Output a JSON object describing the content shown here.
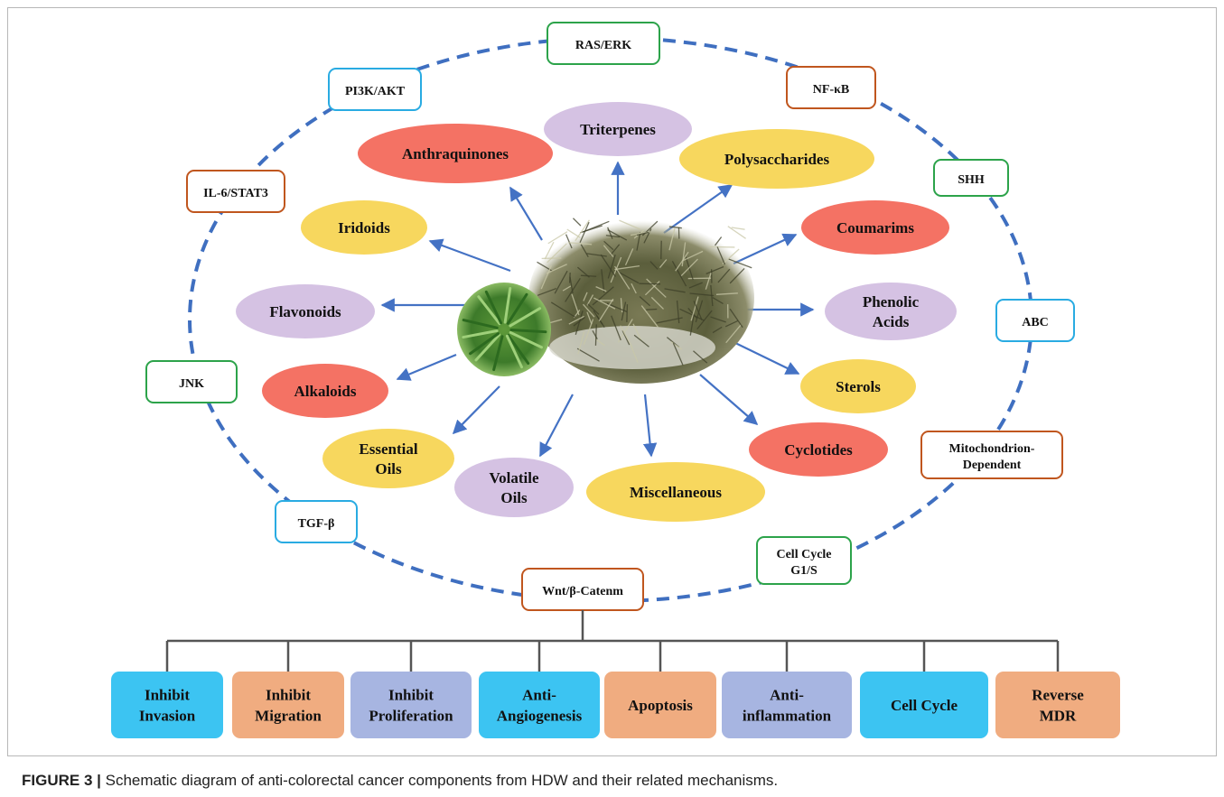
{
  "caption": {
    "label": "FIGURE 3 |",
    "text": "Schematic diagram of anti-colorectal cancer components from HDW and their related mechanisms."
  },
  "components": [
    {
      "lines": [
        "Triterpenes"
      ],
      "color": "#d5c2e3"
    },
    {
      "lines": [
        "Anthraquinones"
      ],
      "color": "#f47264"
    },
    {
      "lines": [
        "Polysaccharides"
      ],
      "color": "#f7d75e"
    },
    {
      "lines": [
        "Iridoids"
      ],
      "color": "#f7d75e"
    },
    {
      "lines": [
        "Coumarims"
      ],
      "color": "#f47264"
    },
    {
      "lines": [
        "Flavonoids"
      ],
      "color": "#d5c2e3"
    },
    {
      "lines": [
        "Phenolic",
        "Acids"
      ],
      "color": "#d5c2e3"
    },
    {
      "lines": [
        "Alkaloids"
      ],
      "color": "#f47264"
    },
    {
      "lines": [
        "Sterols"
      ],
      "color": "#f7d75e"
    },
    {
      "lines": [
        "Essential",
        "Oils"
      ],
      "color": "#f7d75e"
    },
    {
      "lines": [
        "Volatile",
        "Oils"
      ],
      "color": "#d5c2e3"
    },
    {
      "lines": [
        "Miscellaneous"
      ],
      "color": "#f7d75e"
    },
    {
      "lines": [
        "Cyclotides"
      ],
      "color": "#f47264"
    }
  ],
  "pathways": [
    {
      "lines": [
        "RAS/ERK"
      ],
      "color": "#2ca34a"
    },
    {
      "lines": [
        "PI3K/AKT"
      ],
      "color": "#29abe2"
    },
    {
      "lines": [
        "NF-κB"
      ],
      "color": "#c0561e"
    },
    {
      "lines": [
        "IL-6/STAT3"
      ],
      "color": "#c0561e"
    },
    {
      "lines": [
        "SHH"
      ],
      "color": "#2ca34a"
    },
    {
      "lines": [
        "ABC"
      ],
      "color": "#29abe2"
    },
    {
      "lines": [
        "JNK"
      ],
      "color": "#2ca34a"
    },
    {
      "lines": [
        "Mitochondrion-",
        "Dependent"
      ],
      "color": "#c0561e"
    },
    {
      "lines": [
        "TGF-β"
      ],
      "color": "#29abe2"
    },
    {
      "lines": [
        "Cell Cycle",
        "G1/S"
      ],
      "color": "#2ca34a"
    },
    {
      "lines": [
        "Wnt/β-Catenm"
      ],
      "color": "#c0561e"
    }
  ],
  "outcomes": [
    {
      "lines": [
        "Inhibit",
        "Invasion"
      ],
      "color": "#3cc4f2"
    },
    {
      "lines": [
        "Inhibit",
        "Migration"
      ],
      "color": "#f0ac80"
    },
    {
      "lines": [
        "Inhibit",
        "Proliferation"
      ],
      "color": "#a7b5e1"
    },
    {
      "lines": [
        "Anti-",
        "Angiogenesis"
      ],
      "color": "#3cc4f2"
    },
    {
      "lines": [
        "Apoptosis"
      ],
      "color": "#f0ac80"
    },
    {
      "lines": [
        "Anti-",
        "inflammation"
      ],
      "color": "#a7b5e1"
    },
    {
      "lines": [
        "Cell Cycle"
      ],
      "color": "#3cc4f2"
    },
    {
      "lines": [
        "Reverse",
        "MDR"
      ],
      "color": "#f0ac80"
    }
  ],
  "colors": {
    "arrow": "#4472c4",
    "dashed_ring": "#3f6fc0",
    "tree_line": "#555555"
  },
  "icons": {
    "herb_photo": "dried-herb-pile-photo",
    "plant_photo": "fresh-plant-leaves-photo"
  }
}
